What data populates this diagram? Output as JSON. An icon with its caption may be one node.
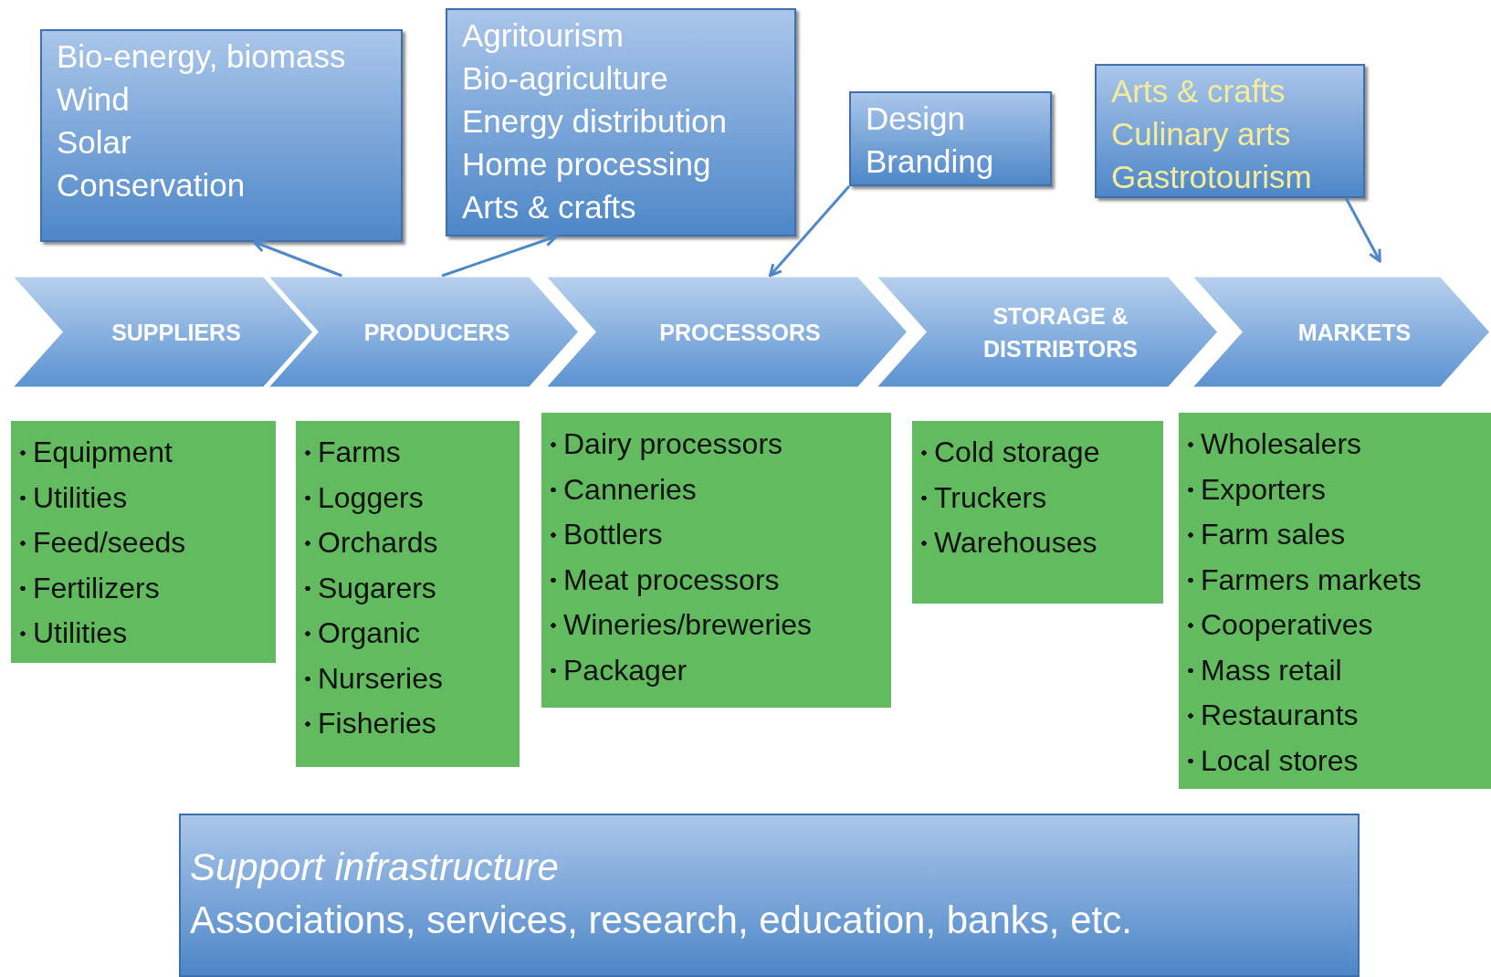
{
  "diagram": {
    "nodes": [
      {
        "text": [
          "Bio-energy, biomass",
          "Wind",
          "Solar",
          "Conservation"
        ]
      },
      {
        "text": [
          "Agritourism",
          "Bio-agriculture",
          "Energy distribution",
          "Home processing",
          "Arts & crafts"
        ]
      },
      {
        "text": [
          "Design",
          "Branding"
        ]
      },
      {
        "text": [
          "Arts & crafts",
          "Culinary arts",
          "Gastrotourism"
        ]
      },
      {
        "text": [
          "SUPPLIERS"
        ]
      },
      {
        "text": [
          "PRODUCERS"
        ]
      },
      {
        "text": [
          "PROCESSORS"
        ]
      },
      {
        "text": [
          "STORAGE & DISTRIBTORS"
        ]
      },
      {
        "text": [
          "MARKETS"
        ]
      },
      {
        "text": [
          "Equipment",
          "Utilities",
          "Feed/seeds",
          "Fertilizers",
          "Utilities"
        ]
      },
      {
        "text": [
          "Farms",
          "Loggers",
          "Orchards",
          "Sugarers",
          "Organic",
          "Nurseries",
          "Fisheries"
        ]
      },
      {
        "text": [
          "Dairy processors",
          "Canneries",
          "Bottlers",
          "Meat processors",
          "Wineries/breweries",
          "Packager"
        ]
      },
      {
        "text": [
          "Cold storage",
          "Truckers",
          "Warehouses"
        ]
      },
      {
        "text": [
          "Wholesalers",
          "Exporters",
          "Farm sales",
          "Farmers markets",
          "Cooperatives",
          "Mass retail",
          "Restaurants",
          "Local stores"
        ]
      },
      {
        "text": [
          "Support infrastructure",
          "Associations, services, research, education, banks, etc."
        ]
      }
    ],
    "edges": [
      {
        "from": 5,
        "to": 0,
        "arrow": "to"
      },
      {
        "from": 5,
        "to": 1,
        "arrow": "to"
      },
      {
        "from": 2,
        "to": 6,
        "arrow": "to"
      },
      {
        "from": 3,
        "to": 8,
        "arrow": "to"
      }
    ]
  }
}
